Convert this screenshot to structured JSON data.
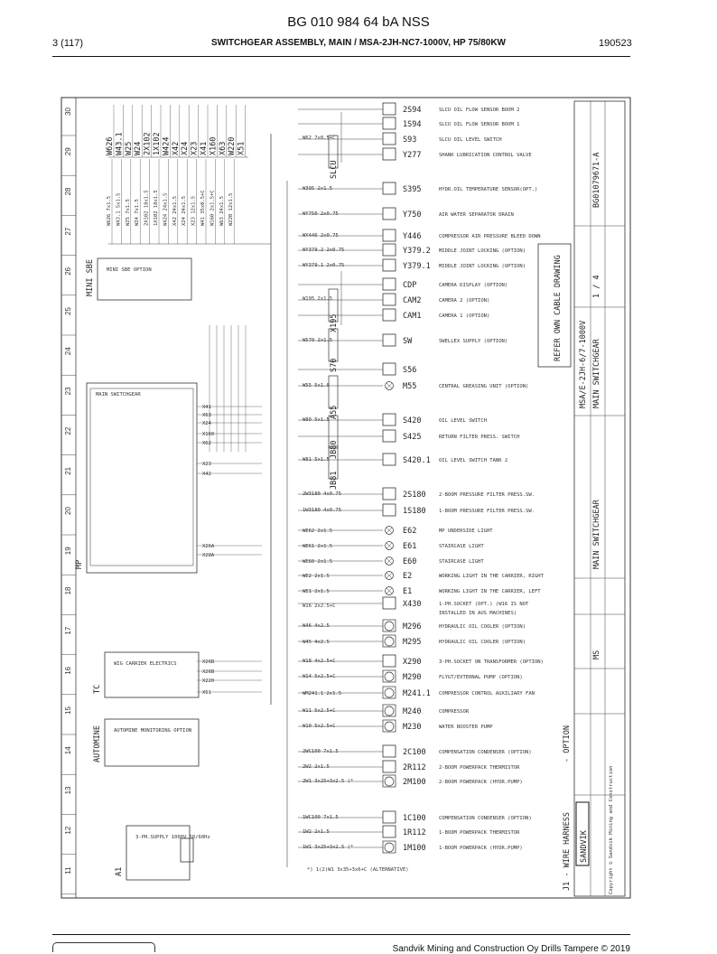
{
  "header": {
    "title": "BG 010 984 64 bA NSS",
    "page": "3 (117)",
    "subtitle": "SWITCHGEAR ASSEMBLY, MAIN / MSA-2JH-NC7-1000V, HP 75/80KW",
    "date": "190523"
  },
  "footer": {
    "text": "Sandvik Mining and Construction Oy Drills Tampere © 2019"
  },
  "diagram": {
    "ruler_numbers": [
      "30",
      "29",
      "28",
      "27",
      "26",
      "25",
      "24",
      "23",
      "22",
      "21",
      "20",
      "19",
      "18",
      "17",
      "16",
      "15",
      "14",
      "13",
      "12",
      "11"
    ],
    "top_wires": [
      "W626",
      "W43.1",
      "W25",
      "W24",
      "2X102",
      "1X102",
      "W424",
      "X42",
      "X24",
      "X23",
      "X41",
      "X160",
      "X63",
      "W220",
      "X51"
    ],
    "cable_specs": [
      "W626 7x1.5",
      "W43.1 5x1.5",
      "W25 7x1.5",
      "W24 7x1.5",
      "2X102 18x1.5",
      "1X102 18x1.5",
      "W424 24x1.5",
      "X42 24x1.5",
      "X24 24x1.5",
      "X23 12x1.5",
      "W41 35x0.5+C",
      "W160 2x1.5+C",
      "W63 24x1.5",
      "W220 12x1.5"
    ],
    "components": [
      {
        "code": "2S94",
        "desc": "SLCU OIL FLOW SENSOR BOOM 2"
      },
      {
        "code": "1S94",
        "desc": "SLCU OIL FLOW SENSOR BOOM 1"
      },
      {
        "code": "S93",
        "desc": "SLCU OIL LEVEL SWITCH"
      },
      {
        "code": "Y277",
        "desc": "SHANK LUBRICATION CONTROL VALVE"
      },
      {
        "code": "S395",
        "desc": "HYDR.OIL TEMPERATURE SENSOR(OPT.)"
      },
      {
        "code": "Y750",
        "desc": "AIR WATER SEPARATOR DRAIN"
      },
      {
        "code": "Y446",
        "desc": "COMPRESSOR AIR PRESSURE BLEED DOWN"
      },
      {
        "code": "Y379.2",
        "desc": "MIDDLE JOINT LOCKING (OPTION)"
      },
      {
        "code": "Y379.1",
        "desc": "MIDDLE JOINT LOCKING (OPTION)"
      },
      {
        "code": "CDP",
        "desc": "CAMERA DISPLAY (OPTION)"
      },
      {
        "code": "CAM2",
        "desc": "CAMERA 2 (OPTION)"
      },
      {
        "code": "CAM1",
        "desc": "CAMERA 1 (OPTION)"
      },
      {
        "code": "SW",
        "desc": "SWELLEX SUPPLY (OPTION)"
      },
      {
        "code": "S56",
        "desc": ""
      },
      {
        "code": "M55",
        "desc": "CENTRAL GREASING UNIT (OPTION)"
      },
      {
        "code": "S420",
        "desc": "OIL LEVEL SWITCH"
      },
      {
        "code": "S425",
        "desc": "RETURN FILTER PRESS. SWITCH"
      },
      {
        "code": "S420.1",
        "desc": "OIL LEVEL SWITCH TANK 2"
      },
      {
        "code": "2S180",
        "desc": "2-BOOM PRESSURE FILTER PRESS.SW."
      },
      {
        "code": "1S180",
        "desc": "1-BOOM PRESSURE FILTER PRESS.SW."
      },
      {
        "code": "E62",
        "desc": "MP UNDERSIDE LIGHT"
      },
      {
        "code": "E61",
        "desc": "STAIRCASE LIGHT"
      },
      {
        "code": "E60",
        "desc": "STAIRCASE LIGHT"
      },
      {
        "code": "E2",
        "desc": "WORKING LIGHT IN THE CARRIER, RIGHT"
      },
      {
        "code": "E1",
        "desc": "WORKING LIGHT IN THE CARRIER, LEFT"
      },
      {
        "code": "X430",
        "desc": "1-PH.SOCKET (OPT.) (W16 IS NOT"
      },
      {
        "code": "",
        "desc": "INSTALLED IN AUS MACHINES)"
      },
      {
        "code": "M296",
        "desc": "HYDRAULIC OIL COOLER (OPTION)"
      },
      {
        "code": "M295",
        "desc": "HYDRAULIC OIL COOLER (OPTION)"
      },
      {
        "code": "X290",
        "desc": "3-PH.SOCKET ON TRANSFORMER (OPTION)"
      },
      {
        "code": "M290",
        "desc": "FLYGT/EXTERNAL PUMP (OPTION)"
      },
      {
        "code": "M241.1",
        "desc": "COMPRESSOR CONTROL AUXILIARY FAN"
      },
      {
        "code": "M240",
        "desc": "COMPRESSOR"
      },
      {
        "code": "M230",
        "desc": "WATER BOOSTER PUMP"
      },
      {
        "code": "2C100",
        "desc": "COMPENSATION CONDENSER (OPTION)"
      },
      {
        "code": "2R112",
        "desc": "2-BOOM POWERPACK THERMISTOR"
      },
      {
        "code": "2M100",
        "desc": "2-BOOM POWERPACK (HYDR.PUMP)"
      },
      {
        "code": "1C100",
        "desc": "COMPENSATION CONDENSER (OPTION)"
      },
      {
        "code": "1R112",
        "desc": "1-BOOM POWERPACK THERMISTOR"
      },
      {
        "code": "1M100",
        "desc": "1-BOOM POWERPACK (HYDR.PUMP)"
      }
    ],
    "feed_cables": [
      "W62 7x0.5+C",
      "W395 2x1.5",
      "WY750 2x0.75",
      "WY446 2x0.75",
      "WY379.2 2x0.75",
      "WY379.1 2x0.75",
      "W195 2x1.5",
      "W570 2x1.5",
      "W55 5x1.0",
      "W80 5x1.5",
      "W81 5x1.5",
      "2W3180 4x0.75",
      "1W3180 4x0.75",
      "WE62 2x1.5",
      "WE61 2x1.5",
      "WE60 2x1.5",
      "WE2 2x1.5",
      "WE1 2x1.5",
      "W16 2x2.5+C",
      "W46 4x2.5",
      "W45 4x2.5",
      "W18 4x2.5+C",
      "W14 5x2.5+C",
      "WM241.1 2x1.5",
      "W11 5x2.5+C",
      "W10 5x2.5+C",
      "2WC100 7x1.5",
      "2W2 2x1.5",
      "2W1 3x25+3x2.5 (*",
      "1WC100 7x1.5",
      "1W2 2x1.5",
      "1W1 3x25+3x2.5 (*"
    ],
    "connectors": [
      "SLCU",
      "X195",
      "S70",
      "A55",
      "JB80",
      "JB81"
    ],
    "left_blocks": [
      {
        "label": "MINI SBE",
        "text": "MINI SBE OPTION"
      },
      {
        "label": "MP",
        "text": "MAIN SWITCHGEAR"
      },
      {
        "label": "TC",
        "text": "WIG CARRIER ELECTRICS"
      },
      {
        "label": "AUTOMINE",
        "text": "AUTOMINE MONITORING OPTION"
      },
      {
        "label": "A1",
        "text": "3-PH.SUPPLY 1000V 50/60Hz"
      }
    ],
    "mp_terminals": [
      "X41",
      "X63",
      "X24",
      "X160",
      "X62",
      "X23",
      "X42",
      "X26A",
      "X28A",
      "X26B",
      "X26B",
      "X220",
      "X51"
    ],
    "note": "*) 1(2)W1 3x35+3x6+C (ALTERNATIVE)",
    "side_note": "REFER OWN CABLE DRAWING",
    "title_block": {
      "doc_no": "BG01079671-A",
      "sheet": "1 / 4",
      "machine": "MSA/E-2JH-6/7-1000V",
      "name": "MAIN SWITCHGEAR",
      "title": "MAIN SWITCHGEAR",
      "position": "MS",
      "harness": "J1 - WIRE HARNESS",
      "option": "- OPTION",
      "brand": "SANDVIK",
      "copyright": "Copyright © Sandvik Mining and Construction"
    }
  }
}
